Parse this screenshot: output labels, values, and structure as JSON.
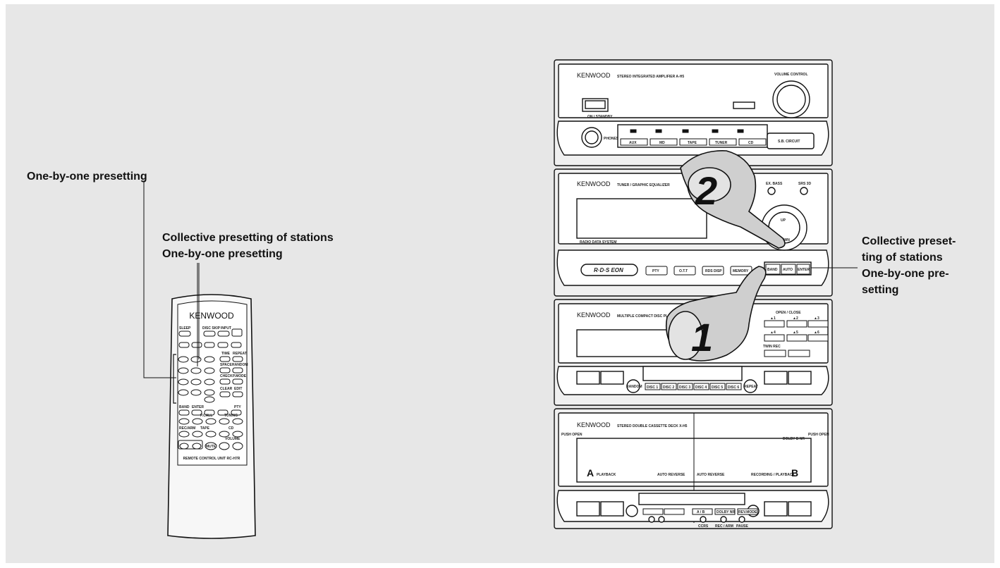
{
  "callouts": {
    "left_one_by_one": "One-by-one presetting",
    "left_collective_line1": "Collective presetting of stations",
    "left_collective_line2": "One-by-one presetting",
    "right_line1": "Collective preset-",
    "right_line2": "ting of stations",
    "right_line3": "One-by-one pre-",
    "right_line4": "setting"
  },
  "remote": {
    "brand": "KENWOOD",
    "model_label": "REMOTE CONTROL UNIT RC-H7R",
    "button_labels": {
      "sleep": "SLEEP",
      "disc_skip": "DISC SKIP",
      "input": "INPUT",
      "time": "TIME",
      "repeat": "REPEAT",
      "space": "SPACE",
      "random": "RANDOM",
      "check": "CHECK",
      "p_mode": "P.MODE",
      "clear": "CLEAR",
      "edit": "EDIT",
      "band": "BAND",
      "enter": "ENTER",
      "pty": "PTY",
      "tape": "TAPE",
      "cd": "CD",
      "volume": "VOLUME",
      "mute": "MUTE",
      "rec_pause": "REC/ARM",
      "p_call": "P.CALL",
      "tuning": "TUNING"
    }
  },
  "stereo": {
    "amp": {
      "brand": "KENWOOD",
      "title": "STEREO INTEGRATED AMPLIFIER A-H5",
      "volume_label": "VOLUME CONTROL",
      "power_label": "ON / STANDBY",
      "phones_label": "PHONES",
      "inputs": [
        "AUX",
        "MD",
        "TAPE",
        "TUNER",
        "CD"
      ],
      "sb_circuit": "S.B. CIRCUIT"
    },
    "tuner": {
      "brand": "KENWOOD",
      "title": "TUNER / GRAPHIC EQUALIZER",
      "ex_bass": "EX. BASS",
      "srs_3d": "SRS 3D",
      "rds_system": "RADIO DATA SYSTEM",
      "rds_logo": "R·D·S EON",
      "buttons": [
        "PTY",
        "O.T.T",
        "RDS DISP",
        "MEMORY"
      ],
      "right_buttons": [
        "BAND",
        "AUTO",
        "ENTER"
      ],
      "dial_up": "UP",
      "dial_down": "DOWN"
    },
    "cd": {
      "brand": "KENWOOD",
      "title": "MULTIPLE COMPACT DISC PLAYER",
      "open_close": "OPEN / CLOSE",
      "tray_labels": [
        "▲1",
        "▲2",
        "▲3",
        "▲4",
        "▲5",
        "▲6"
      ],
      "twin_rec": "TWIN REC",
      "random": "RANDOM",
      "repeat": "REPEAT",
      "discs": [
        "DISC 1",
        "DISC 2",
        "DISC 3",
        "DISC 4",
        "DISC 5",
        "DISC 6"
      ]
    },
    "deck": {
      "brand": "KENWOOD",
      "title": "STEREO DOUBLE CASSETTE DECK X-H5",
      "push_open": "PUSH OPEN",
      "dolby": "DOLBY B NR",
      "deck_a": "A",
      "deck_a_label": "PLAYBACK",
      "deck_b": "B",
      "deck_b_label": "RECORDING / PLAYBACK",
      "auto_reverse_left": "AUTO REVERSE",
      "auto_reverse_right": "AUTO REVERSE",
      "buttons": [
        "A / B",
        "DOLBY NR",
        "REV.MODE"
      ],
      "bottom_labels": [
        "CCRS",
        "REC / ARM",
        "PAUSE"
      ]
    },
    "hands": [
      "2",
      "1"
    ]
  }
}
